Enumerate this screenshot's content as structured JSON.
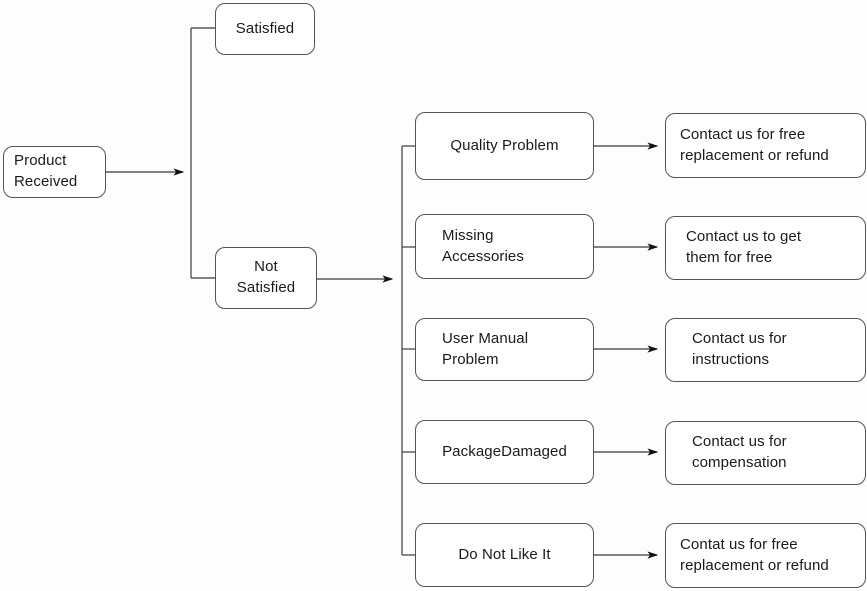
{
  "diagram": {
    "title": "Product Received decision flowchart",
    "colors": {
      "node_border": "#545454",
      "node_fill": "#ffffff",
      "edge": "#3a3a3a",
      "text": "#1a1a1a",
      "background": "#fdfdfd"
    }
  },
  "nodes": {
    "start": {
      "label": "Product\nReceived"
    },
    "satisfied": {
      "label": "Satisfied"
    },
    "not_satisfied": {
      "label": "Not\nSatisfied"
    },
    "reasons": [
      {
        "label": "Quality Problem"
      },
      {
        "label": "Missing\nAccessories"
      },
      {
        "label": "User Manual\nProblem"
      },
      {
        "label": "PackageDamaged"
      },
      {
        "label": "Do Not Like It"
      }
    ],
    "actions": [
      {
        "label": "Contact us for free\nreplacement or refund"
      },
      {
        "label": "Contact us to get\nthem for free"
      },
      {
        "label": "Contact us for\ninstructions"
      },
      {
        "label": "Contact us for\ncompensation"
      },
      {
        "label": "Contat us for free\nreplacement or refund"
      }
    ]
  }
}
